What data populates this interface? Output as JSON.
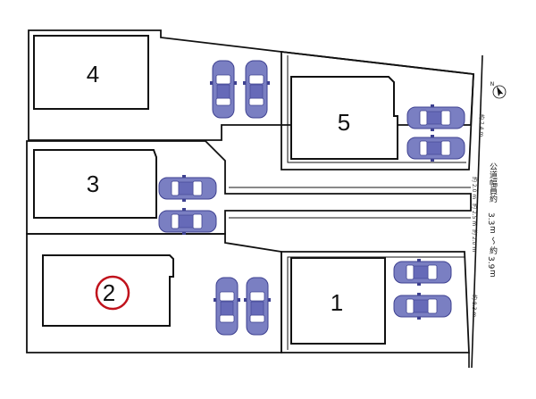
{
  "lots": [
    {
      "id": "4",
      "label": "4"
    },
    {
      "id": "5",
      "label": "5"
    },
    {
      "id": "3",
      "label": "3"
    },
    {
      "id": "2",
      "label": "2",
      "circled": true
    },
    {
      "id": "1",
      "label": "1"
    }
  ],
  "dimensions": {
    "d_74": "約 7.4 m",
    "d_20a": "約 2.0 m",
    "d_25": "約 2.5 m",
    "d_20b": "約 2.0 m",
    "d_83": "約 8.3 m"
  },
  "road": {
    "label_part1": "公道幅員約",
    "value1": "3.3",
    "unit1": "m",
    "tilde": "〜",
    "label_part2": "約",
    "value2": "3.9",
    "unit2": "m"
  },
  "compass": {
    "icon": "north-arrow-icon",
    "label": "N"
  },
  "colors": {
    "car": "#7a7fc2",
    "car_dark": "#3e4190",
    "line": "#111111"
  }
}
